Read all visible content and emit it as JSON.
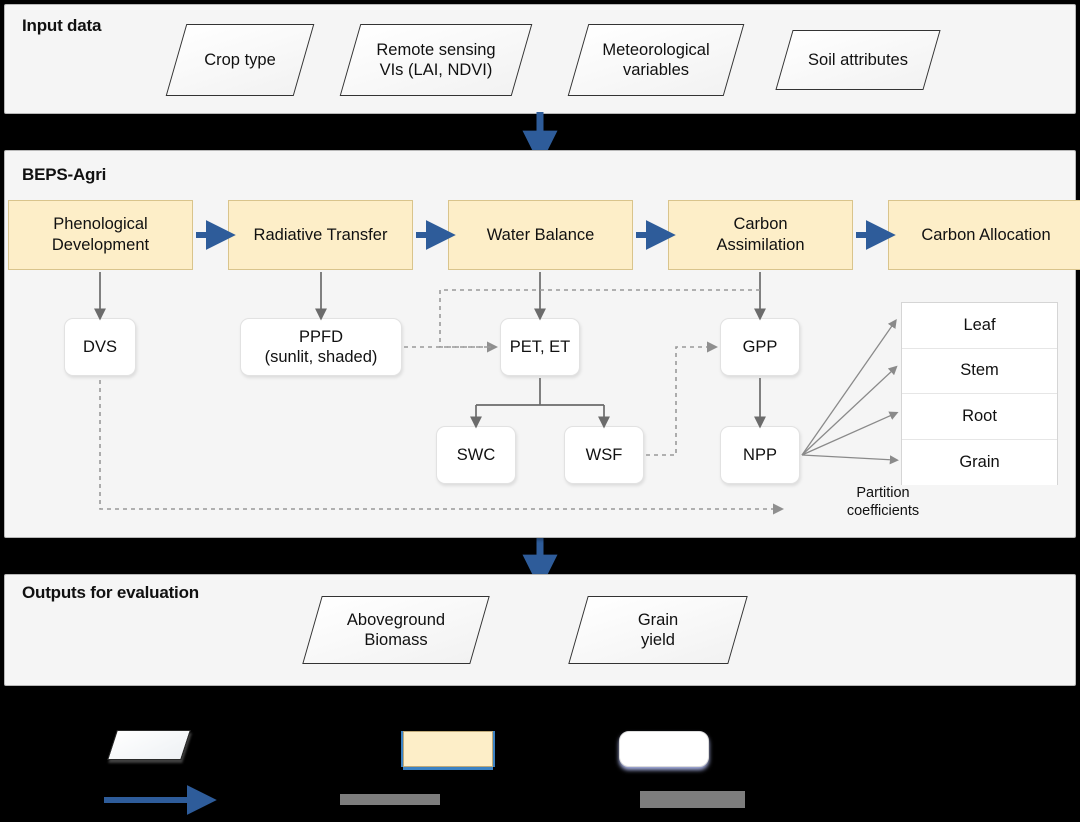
{
  "sections": {
    "input": {
      "title": "Input data",
      "items": [
        {
          "label": "Crop type"
        },
        {
          "label": "Remote sensing\nVIs (LAI, NDVI)"
        },
        {
          "label": "Meteorological\nvariables"
        },
        {
          "label": "Soil attributes"
        }
      ]
    },
    "model": {
      "title": "BEPS-Agri",
      "processes": [
        {
          "label": "Phenological\nDevelopment"
        },
        {
          "label": "Radiative Transfer"
        },
        {
          "label": "Water Balance"
        },
        {
          "label": "Carbon\nAssimilation"
        },
        {
          "label": "Carbon Allocation"
        }
      ],
      "variables": [
        {
          "label": "DVS"
        },
        {
          "label": "PPFD\n(sunlit, shaded)"
        },
        {
          "label": "PET, ET"
        },
        {
          "label": "GPP"
        },
        {
          "label": "SWC"
        },
        {
          "label": "WSF"
        },
        {
          "label": "NPP"
        }
      ],
      "allocation": [
        "Leaf",
        "Stem",
        "Root",
        "Grain"
      ],
      "partition_label": "Partition\ncoefficients"
    },
    "output": {
      "title": "Outputs for evaluation",
      "items": [
        {
          "label": "Aboveground\nBiomass"
        },
        {
          "label": "Grain\nyield"
        }
      ]
    }
  },
  "legend": {
    "items": [
      {
        "shape": "parallelogram",
        "caption": ""
      },
      {
        "shape": "process-box",
        "caption": ""
      },
      {
        "shape": "variable-box",
        "caption": ""
      },
      {
        "shape": "blue-arrow",
        "caption": ""
      },
      {
        "shape": "solid-arrow",
        "caption": ""
      },
      {
        "shape": "dotted-arrow",
        "caption": ""
      }
    ]
  },
  "colors": {
    "process_fill": "#fdeec8",
    "blue_arrow": "#2e5c9a",
    "panel_bg": "#f5f5f5",
    "line_gray": "#6b6b6b",
    "dotted_gray": "#9a9a9a",
    "page_bg": "#000000"
  }
}
